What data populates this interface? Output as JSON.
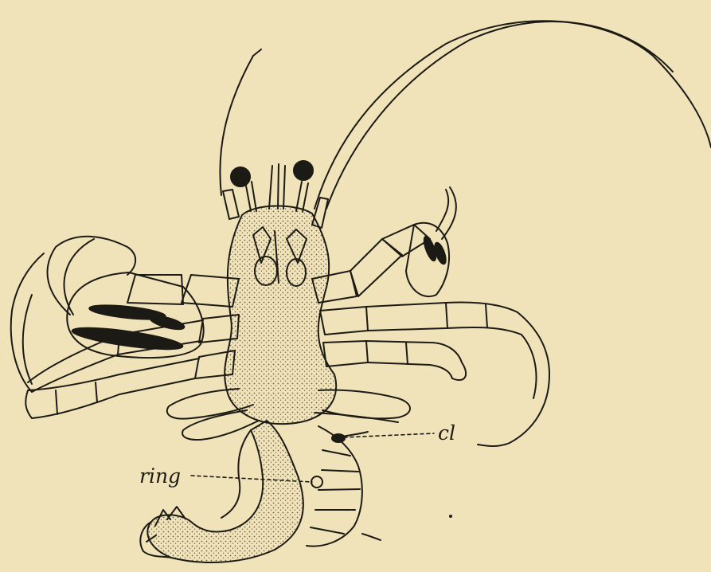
{
  "figure": {
    "background": "#f1e3b9",
    "ink": "#1c1a14",
    "stipple": "#d8c79d",
    "subject": "hermit-crab-ventral-view-illustration"
  },
  "labels": {
    "cl": "cl",
    "ring": "ring"
  }
}
